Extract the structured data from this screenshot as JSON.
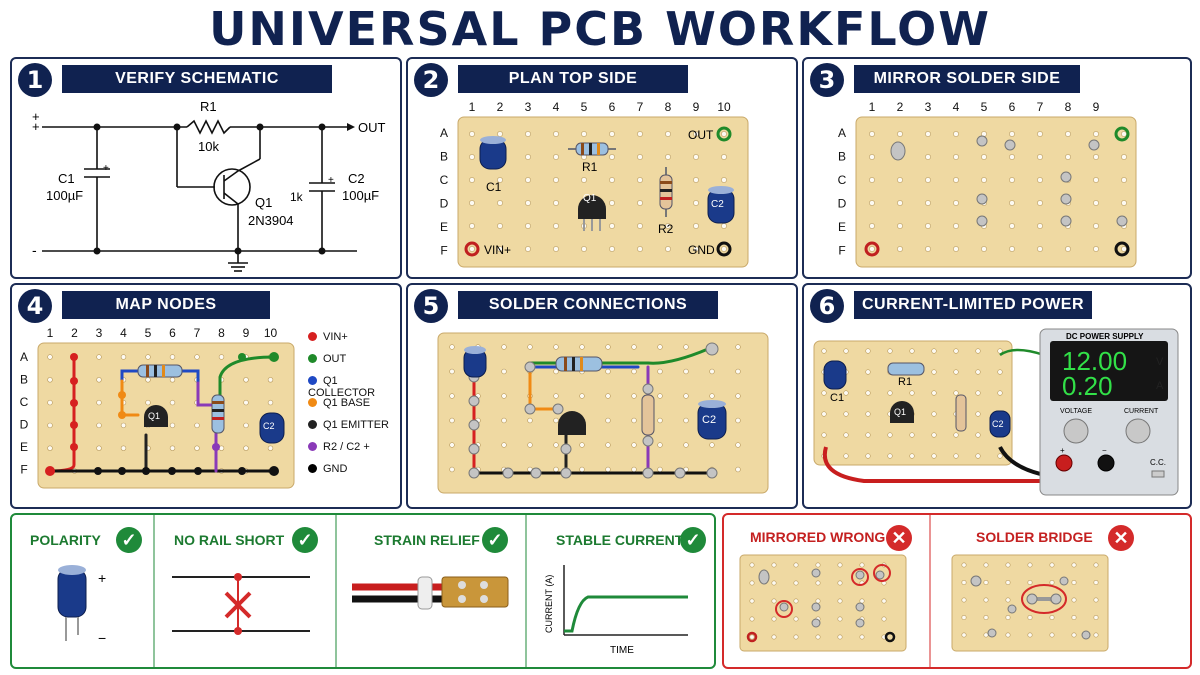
{
  "title": "UNIVERSAL PCB WORKFLOW",
  "panels": [
    {
      "num": "1",
      "title": "VERIFY SCHEMATIC"
    },
    {
      "num": "2",
      "title": "PLAN TOP SIDE"
    },
    {
      "num": "3",
      "title": "MIRROR SOLDER SIDE"
    },
    {
      "num": "4",
      "title": "MAP NODES"
    },
    {
      "num": "5",
      "title": "SOLDER CONNECTIONS"
    },
    {
      "num": "6",
      "title": "CURRENT-LIMITED POWER"
    }
  ],
  "schematic": {
    "plus": "+",
    "minus": "-",
    "out": "OUT",
    "r1": "R1",
    "r1_val": "10k",
    "c1": "C1",
    "c1_val": "100µF",
    "c2": "C2",
    "c2_val": "100µF",
    "q1": "Q1",
    "q1_part": "2N3904",
    "mid_val": "1k"
  },
  "board": {
    "cols": [
      "1",
      "2",
      "3",
      "4",
      "5",
      "6",
      "7",
      "8",
      "9",
      "10"
    ],
    "cols9": [
      "1",
      "2",
      "3",
      "4",
      "5",
      "6",
      "7",
      "8",
      "9"
    ],
    "rows": [
      "A",
      "B",
      "C",
      "D",
      "E",
      "F"
    ],
    "out_label": "OUT",
    "vin_label": "VIN+",
    "gnd_label": "GND",
    "c1": "C1",
    "r1": "R1",
    "q1": "Q1",
    "r2": "R2",
    "c2": "C2"
  },
  "legend": [
    {
      "label": "VIN+",
      "color": "#d62020"
    },
    {
      "label": "OUT",
      "color": "#1f8a2a"
    },
    {
      "label": "Q1 COLLECTOR",
      "color": "#1f49c4"
    },
    {
      "label": "Q1 BASE",
      "color": "#f08a14"
    },
    {
      "label": "Q1 EMITTER",
      "color": "#222222"
    },
    {
      "label": "R2 / C2 +",
      "color": "#8a3ab8"
    },
    {
      "label": "GND",
      "color": "#000000"
    }
  ],
  "psu": {
    "title": "DC POWER SUPPLY",
    "voltage": "12.00",
    "voltage_unit": "V",
    "current": "0.20",
    "current_unit": "A",
    "voltage_knob": "VOLTAGE",
    "current_knob": "CURRENT",
    "cc": "C.C.",
    "plus": "+",
    "minus": "−"
  },
  "checks": [
    {
      "label": "POLARITY"
    },
    {
      "label": "NO RAIL SHORT"
    },
    {
      "label": "STRAIN RELIEF"
    },
    {
      "label": "STABLE CURRENT"
    }
  ],
  "errors": [
    {
      "label": "MIRRORED WRONG"
    },
    {
      "label": "SOLDER BRIDGE"
    }
  ],
  "polarity": {
    "plus": "+",
    "minus": "−"
  },
  "graph": {
    "ylabel": "CURRENT (A)",
    "xlabel": "TIME"
  }
}
